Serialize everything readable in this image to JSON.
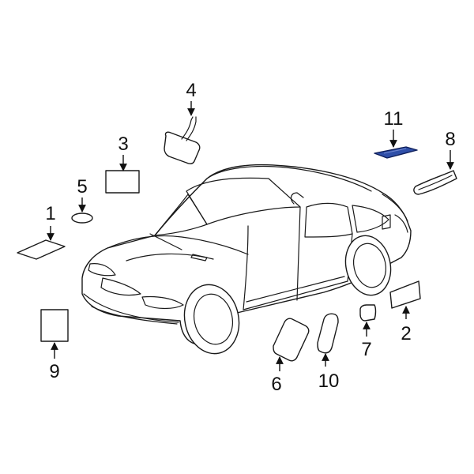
{
  "diagram": {
    "callouts": {
      "c1": "1",
      "c2": "2",
      "c3": "3",
      "c4": "4",
      "c5": "5",
      "c6": "6",
      "c7": "7",
      "c8": "8",
      "c9": "9",
      "c10": "10",
      "c11": "11"
    },
    "colors": {
      "highlight_fill": "#2f4fa8",
      "highlight_stroke": "#0f1f5a",
      "line": "#1a1a1a",
      "background": "#ffffff"
    }
  }
}
